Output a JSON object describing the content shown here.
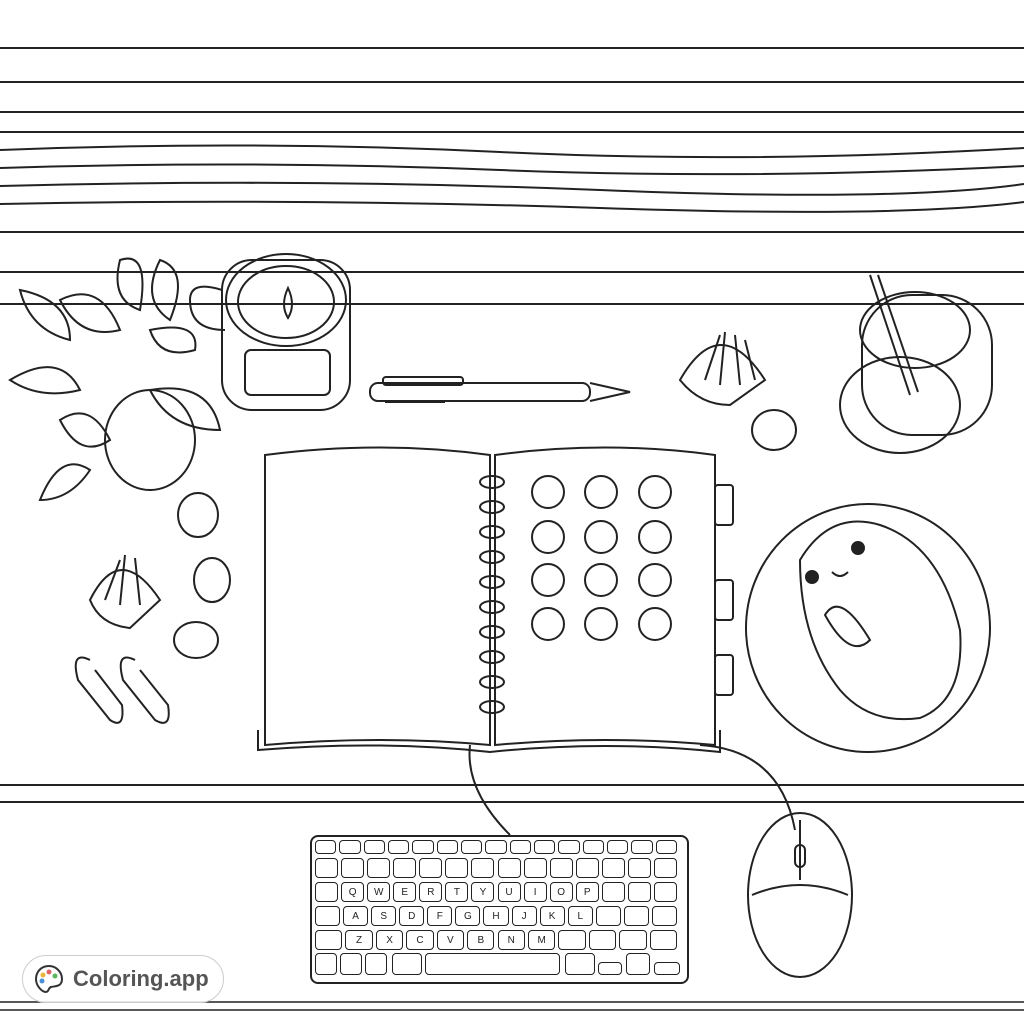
{
  "badge": {
    "label": "Coloring.app",
    "palette_colors": [
      "#e8b53a",
      "#e06666",
      "#4a90d9",
      "#5cb85c"
    ]
  },
  "scene": {
    "items": [
      "plant-pot",
      "candle-mug",
      "pen",
      "seashell",
      "pebble",
      "pen-holder",
      "notebook",
      "otter-plate",
      "paperclips",
      "keyboard",
      "mouse",
      "rope-border"
    ],
    "notebook_circles": 12
  },
  "keyboard": {
    "rows": [
      [
        "",
        "",
        "",
        "",
        "",
        "",
        "",
        "",
        "",
        "",
        "",
        "",
        "",
        "",
        ""
      ],
      [
        "",
        "",
        "",
        "",
        "",
        "",
        "",
        "",
        "",
        "",
        "",
        "",
        "",
        ""
      ],
      [
        "",
        "Q",
        "W",
        "E",
        "R",
        "T",
        "Y",
        "U",
        "I",
        "O",
        "P",
        "",
        "",
        ""
      ],
      [
        "",
        "A",
        "S",
        "D",
        "F",
        "G",
        "H",
        "J",
        "K",
        "L",
        "",
        "",
        ""
      ],
      [
        "",
        "Z",
        "X",
        "C",
        "V",
        "B",
        "N",
        "M",
        "",
        "",
        "",
        ""
      ]
    ]
  }
}
